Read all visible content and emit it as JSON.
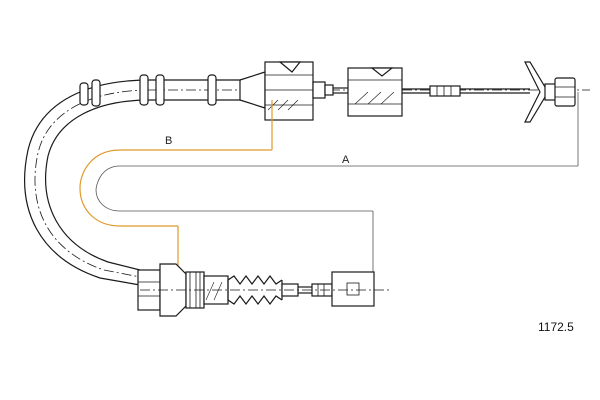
{
  "labels": {
    "dim_a": "A",
    "dim_b": "B",
    "part_number": "1172.5"
  },
  "colors": {
    "line": "#1a1a1a",
    "dimension_a": "#555555",
    "dimension_b": "#e09a2a"
  }
}
